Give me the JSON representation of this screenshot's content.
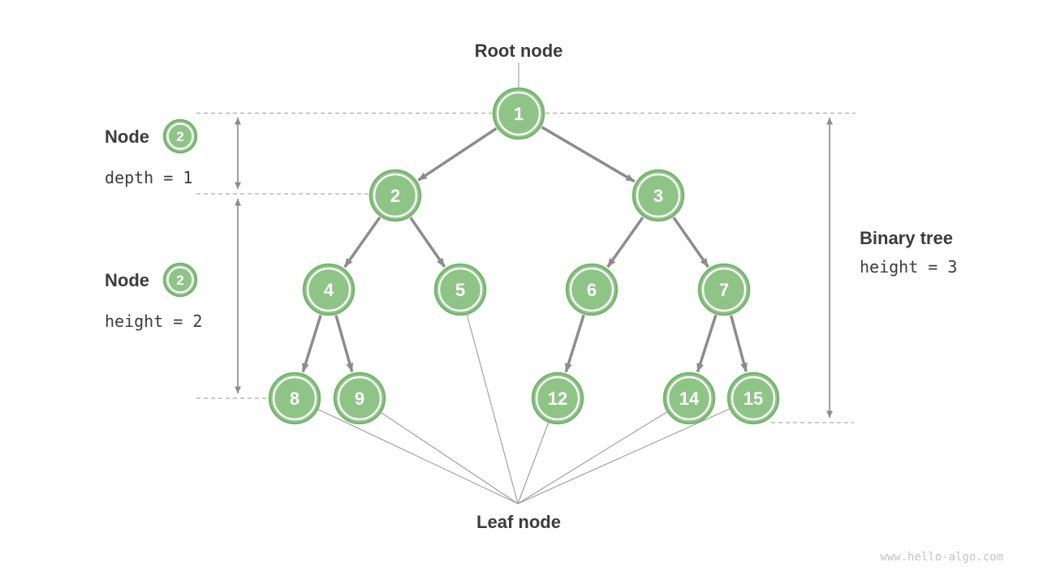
{
  "page": {
    "background": "#ffffff",
    "description": "Binary tree terminology diagram showing root node, leaf nodes, node depth, node height and tree height"
  },
  "colors": {
    "node_fill": "#8FC487",
    "node_border": "#74B56E",
    "node_inner_ring": "#FFFFFF",
    "edge_arrow": "#8C8C8C",
    "thin_pointer_line": "#9A9A9A",
    "dashed_guide": "#ABABAB",
    "label_text": "#3C3C3C",
    "footer_text": "#C4C4C4"
  },
  "labels": {
    "root_node": "Root node",
    "leaf_node": "Leaf node",
    "binary_tree_title": "Binary tree",
    "binary_tree_metric": "height = 3",
    "annotation1_title": "Node",
    "annotation1_value": "2",
    "annotation1_metric": "depth = 1",
    "annotation2_title": "Node",
    "annotation2_value": "2",
    "annotation2_metric": "height = 2"
  },
  "footer": {
    "url": "www.hello-algo.com"
  },
  "tree": {
    "nodes": [
      {
        "value": "1",
        "role": "root"
      },
      {
        "value": "2",
        "role": "internal"
      },
      {
        "value": "3",
        "role": "internal"
      },
      {
        "value": "4",
        "role": "internal"
      },
      {
        "value": "5",
        "role": "leaf"
      },
      {
        "value": "6",
        "role": "internal"
      },
      {
        "value": "7",
        "role": "internal"
      },
      {
        "value": "8",
        "role": "leaf"
      },
      {
        "value": "9",
        "role": "leaf"
      },
      {
        "value": "12",
        "role": "leaf"
      },
      {
        "value": "14",
        "role": "leaf"
      },
      {
        "value": "15",
        "role": "leaf"
      }
    ],
    "edges": [
      [
        "1",
        "2"
      ],
      [
        "1",
        "3"
      ],
      [
        "2",
        "4"
      ],
      [
        "2",
        "5"
      ],
      [
        "3",
        "6"
      ],
      [
        "3",
        "7"
      ],
      [
        "4",
        "8"
      ],
      [
        "4",
        "9"
      ],
      [
        "6",
        "12"
      ],
      [
        "7",
        "14"
      ],
      [
        "7",
        "15"
      ]
    ],
    "leaves_pointed_by_label": [
      "8",
      "9",
      "5",
      "12",
      "14",
      "15"
    ]
  }
}
